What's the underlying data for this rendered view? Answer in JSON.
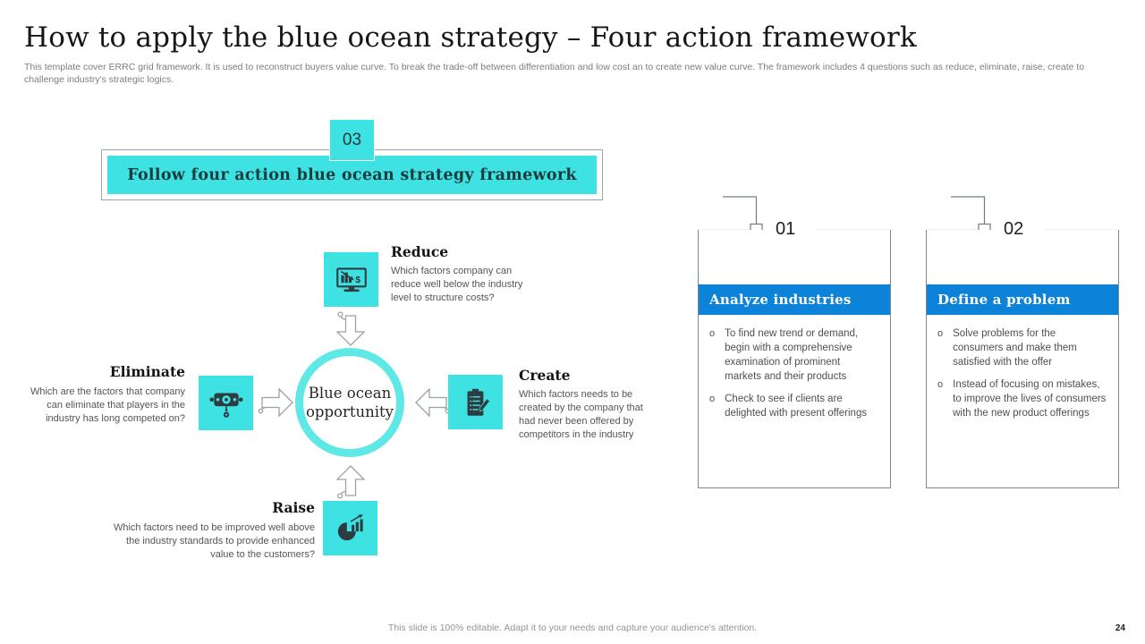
{
  "slide": {
    "title": "How to apply the blue ocean strategy – Four action framework",
    "subtitle": "This template cover ERRC grid framework. It is used to reconstruct buyers value curve. To break the trade-off between differentiation and low cost an to create new value curve. The framework includes 4 questions such as reduce, eliminate, raise, create to challenge industry's strategic logics.",
    "footer": "This slide is 100% editable. Adapt it to your needs and capture your audience's attention.",
    "page_number": "24"
  },
  "framework_banner": {
    "number": "03",
    "label": "Follow four action blue ocean strategy framework"
  },
  "center": {
    "label_line1": "Blue ocean",
    "label_line2": "opportunity"
  },
  "actions": [
    {
      "name": "Reduce",
      "icon": "monitor-decline-icon",
      "description": "Which factors company can reduce well below the industry level to structure costs?"
    },
    {
      "name": "Eliminate",
      "icon": "machine-gear-icon",
      "description": "Which are the factors that company can eliminate that players in the industry has long competed on?"
    },
    {
      "name": "Create",
      "icon": "clipboard-pencil-icon",
      "description": "Which factors needs to be created by the company that had never been offered by competitors in the industry"
    },
    {
      "name": "Raise",
      "icon": "pie-growth-icon",
      "description": "Which factors need to be improved well above the industry standards to provide enhanced value to the customers?"
    }
  ],
  "bullet_marker": "o",
  "panels": [
    {
      "number": "01",
      "title": "Analyze industries",
      "bullets": [
        "To find new trend or demand, begin with a comprehensive examination of prominent markets and their products",
        "Check to see if clients are delighted with present offerings"
      ]
    },
    {
      "number": "02",
      "title": "Define a problem",
      "bullets": [
        "Solve problems for the consumers and make them satisfied with the offer",
        "Instead of focusing on mistakes, to improve the lives of consumers with the new product offerings"
      ]
    }
  ],
  "colors": {
    "cyan": "#3EE2E2",
    "circle_ring": "#5EE9E6",
    "blue": "#0C82D9",
    "icon_dark": "#2E3B40"
  }
}
